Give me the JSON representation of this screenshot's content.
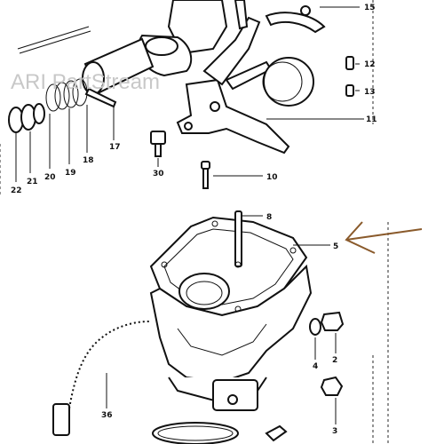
{
  "watermark": "ARI PartStream",
  "colors": {
    "ink": "#111111",
    "arrow": "#8a5a2b",
    "watermark": "#c8c8c8"
  },
  "callouts": {
    "c2": "2",
    "c3": "3",
    "c4": "4",
    "c5": "5",
    "c8": "8",
    "c10": "10",
    "c11": "11",
    "c12": "12",
    "c13": "13",
    "c15": "15",
    "c17": "17",
    "c18": "18",
    "c19": "19",
    "c20": "20",
    "c21": "21",
    "c22": "22",
    "c30": "30",
    "c36": "36"
  }
}
